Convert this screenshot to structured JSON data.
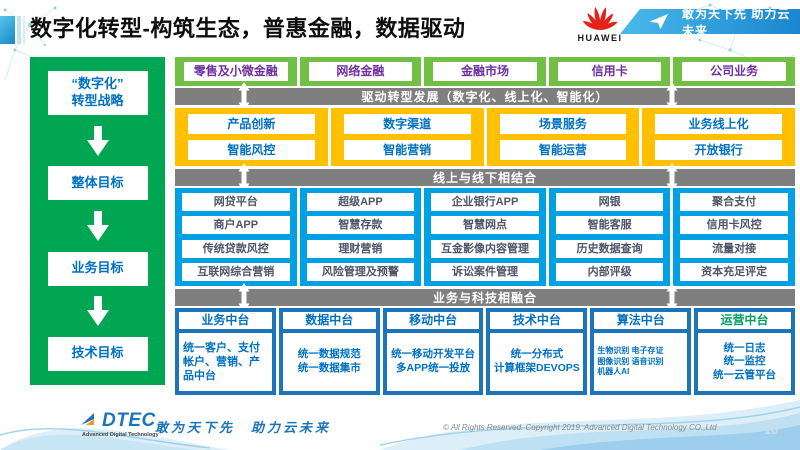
{
  "colors": {
    "sidebar_green": "#00A651",
    "row_green": "#71BF45",
    "yellow": "#FFC000",
    "banner_gray": "#7F7F7F",
    "blue_light": "#00A0E5",
    "blue_dark": "#1C75BB",
    "purple_text": "#7030A0",
    "blue_text": "#0070C0",
    "huawei_red": "#E2231A"
  },
  "header": {
    "title": "数字化转型-构筑生态，普惠金融，数据驱动",
    "huawei_word": "HUAWEI",
    "ribbon_text": "敢为天下先 助力云未来"
  },
  "sidebar": {
    "items": [
      {
        "label": "“数字化”\n转型战略"
      },
      {
        "label": "整体目标"
      },
      {
        "label": "业务目标"
      },
      {
        "label": "技术目标"
      }
    ]
  },
  "top_row": {
    "items": [
      "零售及小微金融",
      "网络金融",
      "金融市场",
      "信用卡",
      "公司业务"
    ]
  },
  "banners": {
    "drive": "驱动转型发展（数字化、线上化、智能化）",
    "online_offline": "线上与线下相结合",
    "tech_fusion": "业务与科技相融合"
  },
  "yellow": {
    "rows": [
      [
        "产品创新",
        "数字渠道",
        "场景服务",
        "业务线上化"
      ],
      [
        "智能风控",
        "智能营销",
        "智能运营",
        "开放银行"
      ]
    ]
  },
  "blue": {
    "rows": [
      [
        "网贷平台",
        "超级APP",
        "企业银行APP",
        "网银",
        "聚合支付"
      ],
      [
        "商户APP",
        "智慧存款",
        "智慧网点",
        "智能客服",
        "信用卡风控"
      ],
      [
        "传统贷款风控",
        "理财营销",
        "互金影像内容管理",
        "历史数据查询",
        "流量对接"
      ],
      [
        "互联网综合营销",
        "风险管理及预警",
        "诉讼案件管理",
        "内部评级",
        "资本充足评定"
      ]
    ]
  },
  "platform": {
    "columns": [
      {
        "header": "业务中台",
        "content": "统一客户、支付帐户、营销、产品中台"
      },
      {
        "header": "数据中台",
        "content": "统一数据规范\n统一数据集市"
      },
      {
        "header": "移动中台",
        "content": "统一移动开发平台\n多APP统一投放"
      },
      {
        "header": "技术中台",
        "content": "统一分布式\n计算框架DEVOPS"
      },
      {
        "header": "算法中台",
        "content": "生物识别 电子存证\n图像识别 语音识别\n机器人AI"
      },
      {
        "header": "运营中台",
        "content": "统一日志\n统一监控\n统一云管平台"
      }
    ]
  },
  "footer": {
    "logo_word": "DTEC",
    "logo_sub": "Advanced Digital Technology",
    "slogan": "敢为天下先　助力云未来",
    "copyright": "© All Rights Reserved. Copyright 2019. Advanced Digital Technology CO.,Ltd",
    "page_number": "10"
  }
}
